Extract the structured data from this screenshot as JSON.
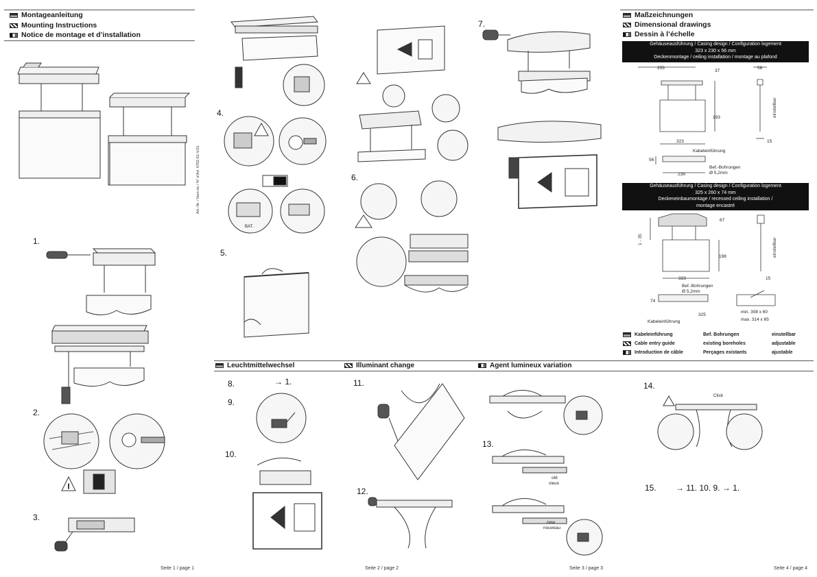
{
  "page1": {
    "title_de": "Montageanleitung",
    "title_en": "Mounting Instructions",
    "title_fr": "Notice de montage et d’installation",
    "steps": [
      "1.",
      "2.",
      "3."
    ],
    "footer": "Seite 1 / page 1",
    "art_no": "Art.-Nr. / Item no / N° d’Art. 6702.61-V.01"
  },
  "page2": {
    "steps": [
      "4.",
      "5.",
      "6."
    ],
    "bat_label": "BAT.",
    "footer": "Seite 2 / page 2"
  },
  "page3": {
    "steps": [
      "7."
    ],
    "footer": "Seite 3 / page 3"
  },
  "dimensions": {
    "title_de": "Maßzeichnungen",
    "title_en": "Dimensional drawings",
    "title_fr": "Dessin à l’échelle",
    "box1": {
      "line1": "Gehäuseausführung / Casing design / Configuration logement",
      "line2": "323 x 230 x 56 mm",
      "line3": "Deckenmontage / ceiling installation / montage au plafond"
    },
    "box2": {
      "line1": "Gehäuseausführung / Casing design / Configuration logement",
      "line2": "325 x 260 x 74 mm",
      "line3": "Deckeneinbaumontage / recessed ceiling installation /",
      "line4": "montage encastré"
    },
    "d1": {
      "w255": "255",
      "h37": "37",
      "w56": "56",
      "h193": "193",
      "w323": "323",
      "adj": "einstellbar",
      "w15": "15",
      "cable": "Kabeleinführung",
      "h56": "56",
      "w239": "239",
      "holes": "Bef.-Bohrungen",
      "dia": "Ø 5,2mm"
    },
    "d2": {
      "r135": "1 - 35",
      "h67": "67",
      "h198": "198",
      "adj": "einstellbar",
      "w323": "323",
      "w15": "15",
      "holes": "Bef.-Bohrungen",
      "dia": "Ø 5,2mm",
      "h74": "74",
      "w325": "325",
      "cable": "Kabeleinführung",
      "min": "min. 308 x 60",
      "max": "max. 314 x 65"
    },
    "legend": {
      "de": [
        "Kabeleinführung",
        "Bef. Bohrungen",
        "einstellbar"
      ],
      "en": [
        "Cable entry guide",
        "existing boreholes",
        "adjustable"
      ],
      "fr": [
        "Introduction de câble",
        "Perçages existants",
        "ajustable"
      ]
    },
    "footer": "Seite 4 / page 4"
  },
  "illuminant": {
    "title_de": "Leuchtmittelwechsel",
    "title_en": "Illuminant change",
    "title_fr": "Agent lumineux variation",
    "step8": "8.",
    "step8_ref": "→ 1.",
    "step9": "9.",
    "step10": "10.",
    "step11": "11.",
    "step12": "12.",
    "step13": "13.",
    "step14": "14.",
    "step15": "15.",
    "step15_ref": "→ 11.  10.  9.  → 1.",
    "old": "old",
    "vieux": "vieux",
    "new": "new",
    "nouveau": "nouveau",
    "click": "Click"
  }
}
